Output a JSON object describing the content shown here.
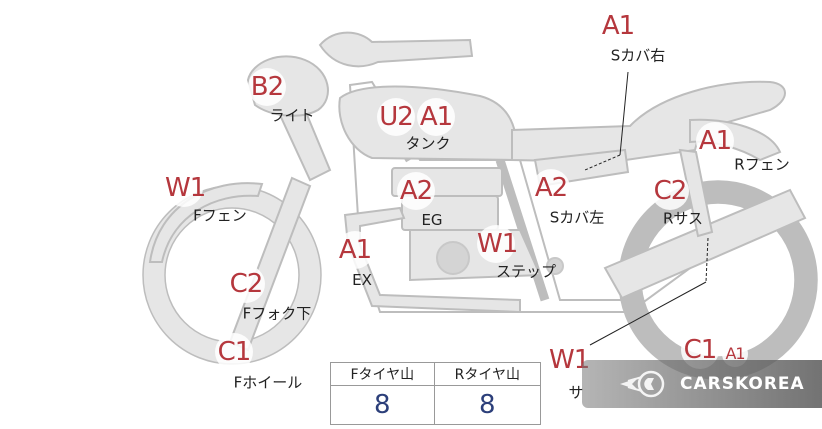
{
  "colors": {
    "grade": "#b5373d",
    "bike_fill": "#e6e6e6",
    "bike_stroke": "#bdbdbd",
    "tire_value": "#2c3f7a"
  },
  "parts": [
    {
      "key": "s-cover-right",
      "grades": [
        "A1"
      ],
      "label": "Sカバ右"
    },
    {
      "key": "light",
      "grades": [
        "B2"
      ],
      "label": "ライト"
    },
    {
      "key": "tank",
      "grades": [
        "U2",
        "A1"
      ],
      "label": "タンク"
    },
    {
      "key": "r-fender",
      "grades": [
        "A1"
      ],
      "label": "Rフェン"
    },
    {
      "key": "f-fender",
      "grades": [
        "W1"
      ],
      "label": "Fフェン"
    },
    {
      "key": "engine",
      "grades": [
        "A2"
      ],
      "label": "EG"
    },
    {
      "key": "s-cover-left",
      "grades": [
        "A2"
      ],
      "label": "Sカバ左"
    },
    {
      "key": "r-suspension",
      "grades": [
        "C2"
      ],
      "label": "Rサス"
    },
    {
      "key": "exhaust",
      "grades": [
        "A1"
      ],
      "label": "EX"
    },
    {
      "key": "step",
      "grades": [
        "W1"
      ],
      "label": "ステップ"
    },
    {
      "key": "f-fork-lower",
      "grades": [
        "C2"
      ],
      "label": "Fフォク下"
    },
    {
      "key": "f-wheel",
      "grades": [
        "C1"
      ],
      "label": "Fホイール"
    },
    {
      "key": "muffler",
      "grades": [
        "W1"
      ],
      "label": "サ"
    },
    {
      "key": "r-wheel",
      "grades": [
        "C1",
        "A1"
      ],
      "label": ""
    }
  ],
  "tire_table": {
    "headers": [
      "Fタイヤ山",
      "Rタイヤ山"
    ],
    "values": [
      "8",
      "8"
    ]
  },
  "watermark": {
    "text": "CARSKOREA",
    "icon": "carskorea-logo-icon"
  }
}
